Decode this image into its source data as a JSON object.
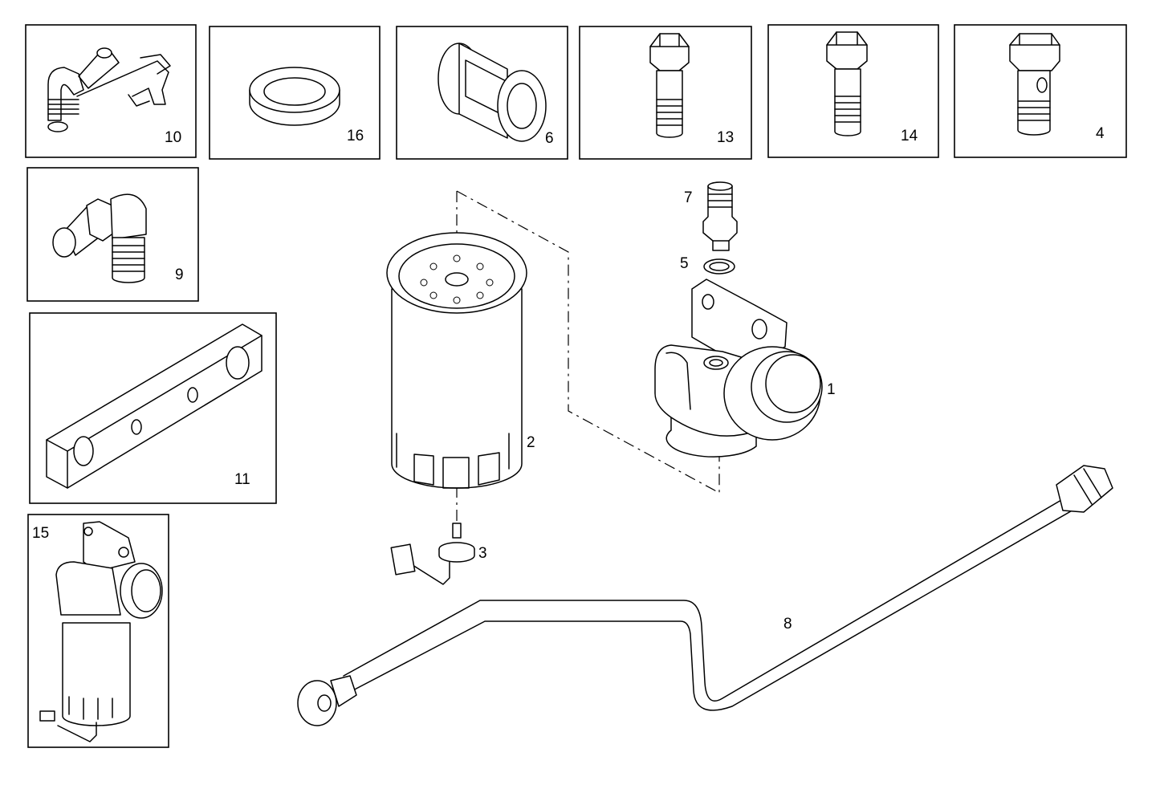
{
  "labels": {
    "p1": "1",
    "p2": "2",
    "p3": "3",
    "p4": "4",
    "p5": "5",
    "p6": "6",
    "p7": "7",
    "p8": "8",
    "p9": "9",
    "p10": "10",
    "p11": "11",
    "p13": "13",
    "p14": "14",
    "p15": "15",
    "p16": "16"
  }
}
